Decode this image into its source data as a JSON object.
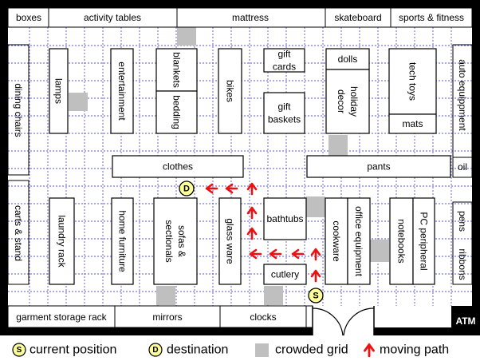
{
  "store": {
    "top_wall": [
      {
        "id": "boxes",
        "label": "boxes"
      },
      {
        "id": "activity-tables",
        "label": "activity tables"
      },
      {
        "id": "mattress",
        "label": "mattress"
      },
      {
        "id": "skateboard",
        "label": "skateboard"
      },
      {
        "id": "sports-fitness",
        "label": "sports & fitness"
      }
    ],
    "bottom_wall": [
      {
        "id": "garment-storage-rack",
        "label": "garment storage rack"
      },
      {
        "id": "mirrors",
        "label": "mirrors"
      },
      {
        "id": "clocks",
        "label": "clocks"
      }
    ],
    "side_walls": [
      {
        "id": "dining-chairs",
        "label": "dining chairs",
        "orient": "v"
      },
      {
        "id": "carts-stand",
        "label": "carts & stand",
        "orient": "v"
      },
      {
        "id": "auto-equipment",
        "label": "auto equippment",
        "orient": "v"
      },
      {
        "id": "oil",
        "label": "oil",
        "orient": "h"
      },
      {
        "id": "pens",
        "label": "pens",
        "orient": "v"
      },
      {
        "id": "ribbons",
        "label": "ribbons",
        "orient": "v"
      }
    ],
    "shelves": [
      {
        "id": "lamps",
        "lines": [
          "lamps"
        ],
        "orient": "v"
      },
      {
        "id": "entertainment",
        "lines": [
          "entertainment"
        ],
        "orient": "v"
      },
      {
        "id": "blankets",
        "lines": [
          "blankets"
        ],
        "orient": "v"
      },
      {
        "id": "bedding",
        "lines": [
          "bedding"
        ],
        "orient": "v"
      },
      {
        "id": "bikes",
        "lines": [
          "bikes"
        ],
        "orient": "v"
      },
      {
        "id": "gift-cards",
        "lines": [
          "gift",
          "cards"
        ],
        "orient": "h"
      },
      {
        "id": "gift-baskets",
        "lines": [
          "gift",
          "baskets"
        ],
        "orient": "h"
      },
      {
        "id": "dolls",
        "lines": [
          "dolls"
        ],
        "orient": "h"
      },
      {
        "id": "holiday-decor",
        "lines": [
          "holiday",
          "decor"
        ],
        "orient": "v"
      },
      {
        "id": "tech-toys",
        "lines": [
          "tech toys"
        ],
        "orient": "v"
      },
      {
        "id": "mats",
        "lines": [
          "mats"
        ],
        "orient": "h"
      },
      {
        "id": "clothes",
        "lines": [
          "clothes"
        ],
        "orient": "h"
      },
      {
        "id": "pants",
        "lines": [
          "pants"
        ],
        "orient": "h"
      },
      {
        "id": "laundry-rack",
        "lines": [
          "laundry rack"
        ],
        "orient": "v"
      },
      {
        "id": "home-furniture",
        "lines": [
          "home furniture"
        ],
        "orient": "v"
      },
      {
        "id": "sofas-sectionals",
        "lines": [
          "sofas &",
          "sectionals"
        ],
        "orient": "v"
      },
      {
        "id": "glass-ware",
        "lines": [
          "glass ware"
        ],
        "orient": "v"
      },
      {
        "id": "bathtubs",
        "lines": [
          "bathtubs"
        ],
        "orient": "h"
      },
      {
        "id": "cutlery",
        "lines": [
          "cutlery"
        ],
        "orient": "h"
      },
      {
        "id": "cookware",
        "lines": [
          "cookware"
        ],
        "orient": "v"
      },
      {
        "id": "office-equipment",
        "lines": [
          "office equipment"
        ],
        "orient": "v"
      },
      {
        "id": "notebooks",
        "lines": [
          "notebooks"
        ],
        "orient": "v"
      },
      {
        "id": "pc-peripheral",
        "lines": [
          "PC peripheral"
        ],
        "orient": "v"
      }
    ],
    "atm": {
      "label": "ATM"
    },
    "markers": {
      "current": {
        "symbol": "S",
        "color": "#ffff99"
      },
      "destination": {
        "symbol": "D",
        "color": "#ffff99"
      }
    },
    "crowded_color": "#bfbfbf",
    "path_color": "#ee1111"
  },
  "legend": {
    "current_symbol": "S",
    "current_label": "current position",
    "destination_symbol": "D",
    "destination_label": "destination",
    "crowded_label": "crowded grid",
    "path_label": "moving path"
  }
}
